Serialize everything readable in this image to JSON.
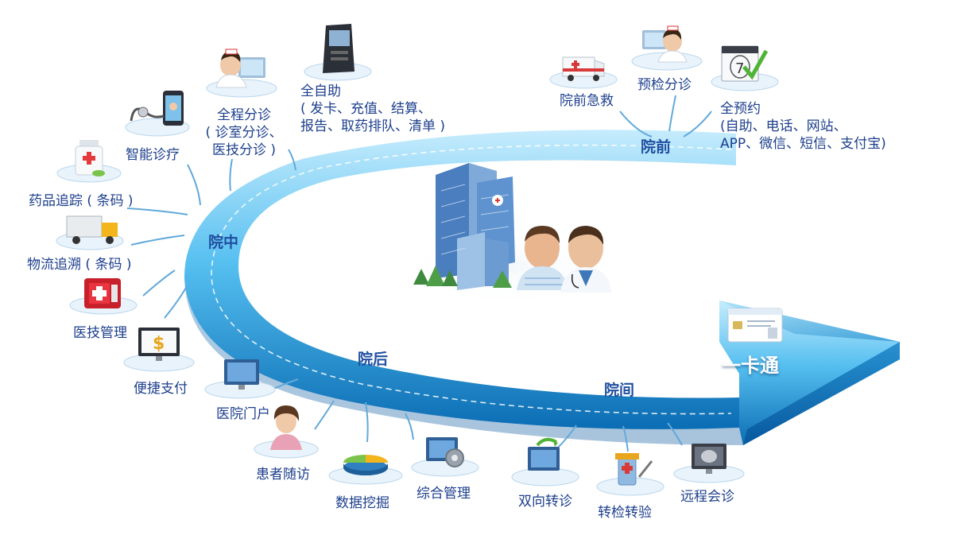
{
  "colors": {
    "arrow_light": "#b8e6fb",
    "arrow_mid": "#3fb1ea",
    "arrow_dark": "#0b6db4",
    "label_text": "#1d3f8c",
    "stage_text": "#1f4fa0"
  },
  "center": {
    "illustration": "hospital-building-with-patient-and-doctor"
  },
  "stages": {
    "pre": "院前",
    "mid": "院中",
    "post": "院后",
    "between": "院间",
    "card": "一卡通"
  },
  "nodes": {
    "prehospital_emergency": {
      "label": "院前急救",
      "icon": "ambulance-icon"
    },
    "pre_triage": {
      "label": "预检分诊",
      "icon": "nurse-icon"
    },
    "full_appointment": {
      "label": "全预约",
      "detail_1": "(自助、电话、网站、",
      "detail_2": "APP、微信、短信、支付宝)",
      "icon": "calendar-check-icon"
    },
    "self_service": {
      "label": "全自助",
      "detail_1": "( 发卡、充值、结算、",
      "detail_2": "报告、取药排队、清单 )",
      "icon": "kiosk-icon"
    },
    "full_triage": {
      "label": "全程分诊",
      "detail_1": "( 诊室分诊、",
      "detail_2": "医技分诊 )",
      "icon": "nurse-monitor-icon"
    },
    "smart_care": {
      "label": "智能诊疗",
      "icon": "smartphone-stethoscope-icon"
    },
    "drug_trace": {
      "label": "药品追踪 ( 条码 )",
      "icon": "medicine-bottle-icon"
    },
    "logistics_trace": {
      "label": "物流追溯 ( 条码 )",
      "icon": "truck-icon"
    },
    "medtech_mgmt": {
      "label": "医技管理",
      "icon": "first-aid-kit-icon"
    },
    "payment": {
      "label": "便捷支付",
      "icon": "payment-monitor-icon"
    },
    "portal": {
      "label": "医院门户",
      "icon": "monitor-icon"
    },
    "followup": {
      "label": "患者随访",
      "icon": "patient-icon"
    },
    "data_mining": {
      "label": "数据挖掘",
      "icon": "pie-chart-icon"
    },
    "integrated_mgmt": {
      "label": "综合管理",
      "icon": "monitor-gear-icon"
    },
    "referral": {
      "label": "双向转诊",
      "icon": "monitor-exchange-icon"
    },
    "test_transfer": {
      "label": "转检转验",
      "icon": "lab-tube-icon"
    },
    "remote_consult": {
      "label": "远程会诊",
      "icon": "xray-monitor-icon"
    }
  }
}
